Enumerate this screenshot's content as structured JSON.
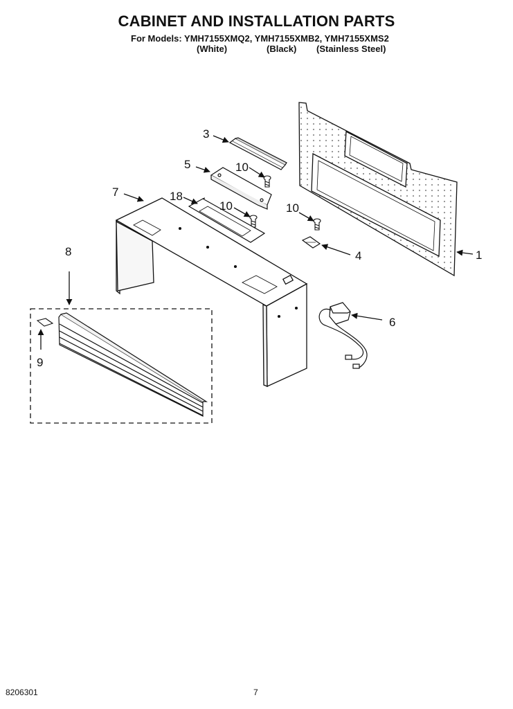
{
  "header": {
    "title": "CABINET AND INSTALLATION PARTS",
    "models_line": "For Models: YMH7155XMQ2, YMH7155XMB2, YMH7155XMS2",
    "colors": [
      "(White)",
      "(Black)",
      "(Stainless Steel)"
    ]
  },
  "callouts": {
    "c1": "1",
    "c3": "3",
    "c4": "4",
    "c5": "5",
    "c6": "6",
    "c7": "7",
    "c8": "8",
    "c9": "9",
    "c10a": "10",
    "c10b": "10",
    "c10c": "10",
    "c18": "18"
  },
  "footer": {
    "doc_number": "8206301",
    "page_number": "7"
  }
}
